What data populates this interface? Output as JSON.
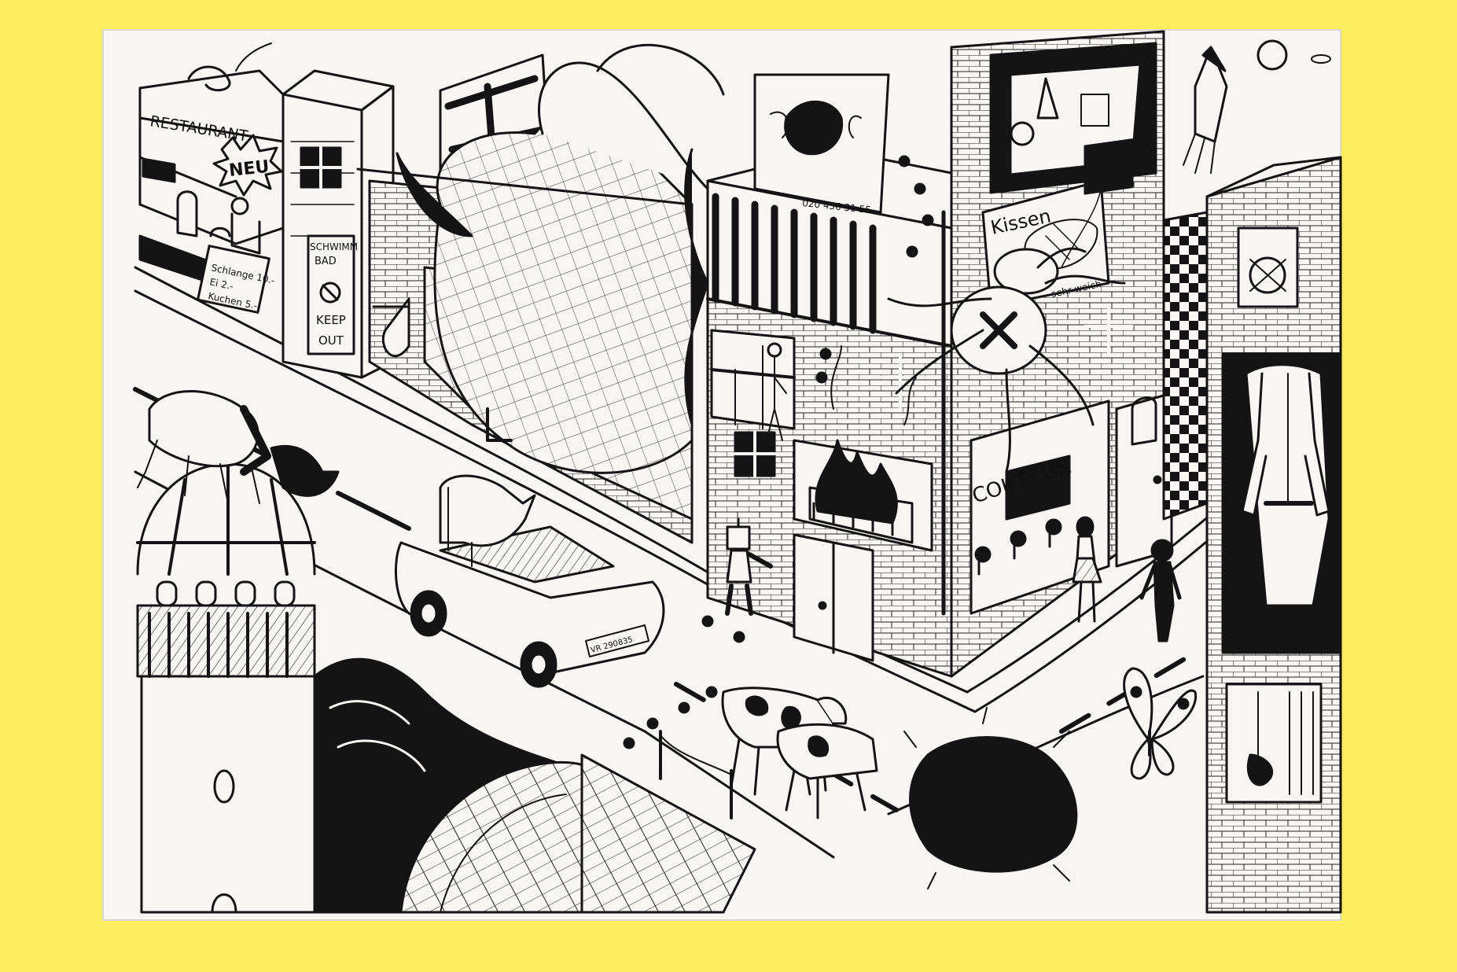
{
  "colors": {
    "background": "#fbee5e",
    "paper": "#f7f6f3",
    "ink": "#141414"
  },
  "signs": {
    "restaurant": "RESTAURANT",
    "neu": "NEU",
    "menu_line1": "Schlange 10.-",
    "menu_line2": "Ei 2.-",
    "menu_line3": "Kuchen 5.-",
    "schwimmbad_line1": "SCHWIMM",
    "schwimmbad_line2": "BAD",
    "keep_out_line1": "KEEP",
    "keep_out_line2": "OUT",
    "billboard_phone": "020 456 31 55",
    "kissen": "Kissen",
    "sehr_weich": "sehr weich",
    "coiffeur": "COIFFEUR",
    "license_plate": "VR 290835"
  },
  "icons": [
    "snake-icon",
    "spider-icon",
    "rocket-icon",
    "butterfly-icon",
    "flame-icon",
    "cow-icon",
    "robot-icon",
    "lighthouse-icon",
    "boat-icon",
    "car-icon",
    "rhino-icon",
    "beetle-icon"
  ]
}
